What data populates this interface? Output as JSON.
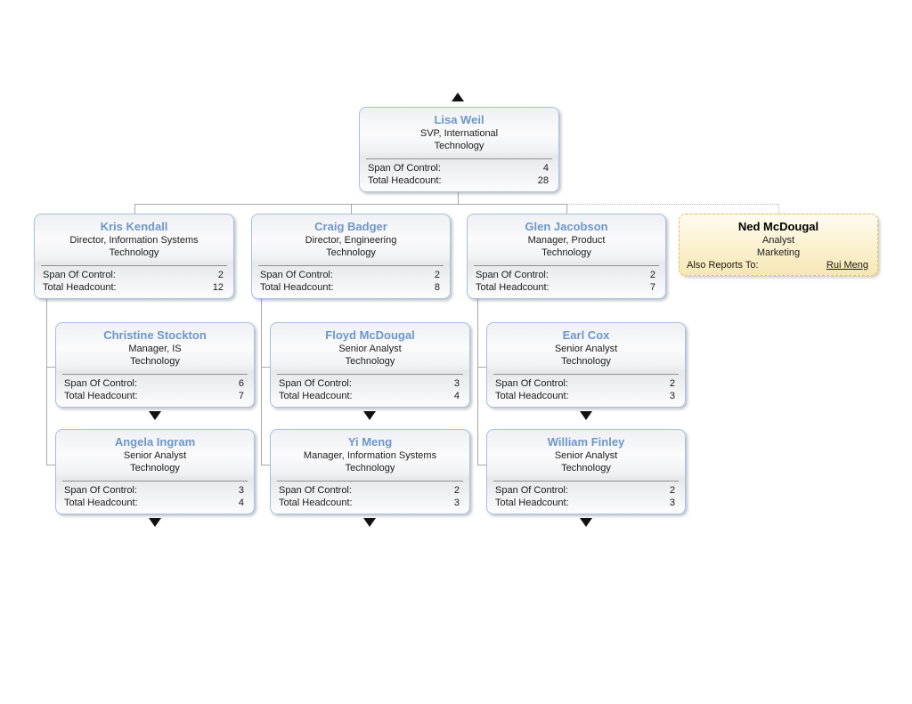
{
  "labels": {
    "span_of_control": "Span Of Control:",
    "total_headcount": "Total Headcount:",
    "also_reports_to": "Also Reports To:"
  },
  "colors": {
    "name_accent": "#6e96c8",
    "card_border": "#a6c1df",
    "yellow_card_border": "#e2bf62",
    "yellow_card_bg": "#fcf3d4",
    "connector": "#a8a8a8",
    "arrow": "#111111"
  },
  "nodes": [
    {
      "name": "Lisa Weil",
      "title": "SVP, International",
      "department": "Technology",
      "span_of_control": "4",
      "total_headcount": "28"
    },
    {
      "name": "Kris Kendall",
      "title": "Director, Information Systems",
      "department": "Technology",
      "span_of_control": "2",
      "total_headcount": "12"
    },
    {
      "name": "Craig Badger",
      "title": "Director, Engineering",
      "department": "Technology",
      "span_of_control": "2",
      "total_headcount": "8"
    },
    {
      "name": "Glen Jacobson",
      "title": "Manager, Product",
      "department": "Technology",
      "span_of_control": "2",
      "total_headcount": "7"
    },
    {
      "name": "Ned McDougal",
      "title": "Analyst",
      "department": "Marketing",
      "also_reports_to": "Rui Meng"
    },
    {
      "name": "Christine Stockton",
      "title": "Manager, IS",
      "department": "Technology",
      "span_of_control": "6",
      "total_headcount": "7"
    },
    {
      "name": "Floyd McDougal",
      "title": "Senior Analyst",
      "department": "Technology",
      "span_of_control": "3",
      "total_headcount": "4"
    },
    {
      "name": "Earl Cox",
      "title": "Senior Analyst",
      "department": "Technology",
      "span_of_control": "2",
      "total_headcount": "3"
    },
    {
      "name": "Angela Ingram",
      "title": "Senior Analyst",
      "department": "Technology",
      "span_of_control": "3",
      "total_headcount": "4"
    },
    {
      "name": "Yi Meng",
      "title": "Manager, Information Systems",
      "department": "Technology",
      "span_of_control": "2",
      "total_headcount": "3"
    },
    {
      "name": "William Finley",
      "title": "Senior Analyst",
      "department": "Technology",
      "span_of_control": "2",
      "total_headcount": "3"
    }
  ]
}
